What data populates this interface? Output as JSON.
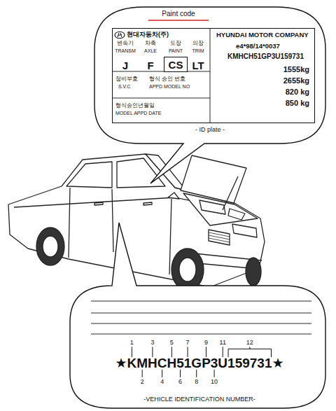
{
  "diagram": {
    "nodes": [
      {
        "text": [
          "현대자동차(주)",
          "HYUNDAI MOTOR COMPANY",
          "변속기",
          "차축",
          "도장",
          "의장",
          "TRANSM",
          "AXLE",
          "PAINT",
          "TRIM",
          "J",
          "F",
          "LT",
          "e4*98/14*0037",
          "KMHCH51GP3U159731",
          "1555kg",
          "2655kg",
          "820 kg",
          "850 kg",
          "정비부호",
          "형식 승인 번호",
          "S.V.C",
          "APPD MODEL NO",
          "형식승인년월일",
          "MODEL APPD DATE"
        ]
      },
      {
        "text": [
          "CS"
        ],
        "in": 0
      }
    ],
    "labels": [
      "Paint code",
      "- ID plate -",
      "1",
      "3",
      "5",
      "7",
      "9",
      "11",
      "12",
      "★KMHCH51GP3U159731★",
      "2",
      "4",
      "6",
      "8",
      "10",
      "-VEHICLE IDENTIFICATION NUMBER-"
    ]
  }
}
